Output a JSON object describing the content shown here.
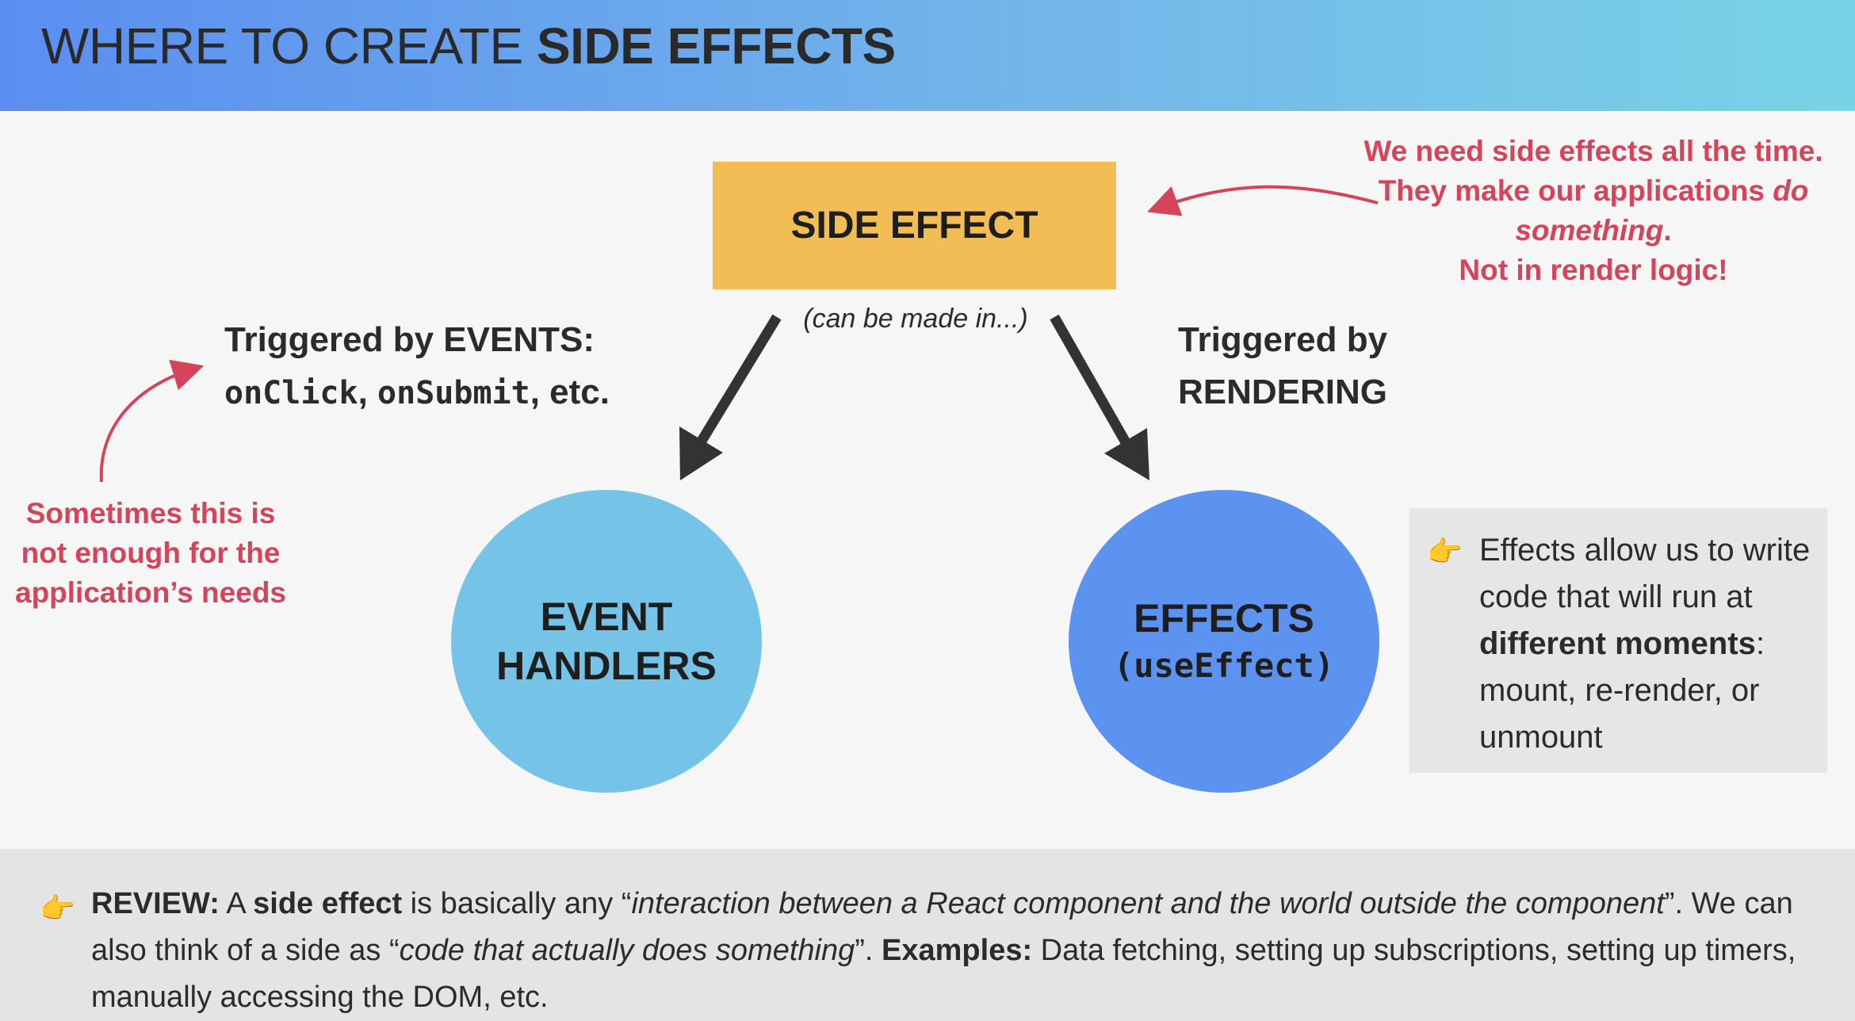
{
  "header": {
    "title_plain": "WHERE TO CREATE ",
    "title_bold": "SIDE EFFECTS"
  },
  "diagram": {
    "side_effect_label": "SIDE EFFECT",
    "made_in_label": "(can be made in...)",
    "top_note": {
      "line1": "We need side effects all the time. They make our applications ",
      "emphasis": "do something",
      "line2_end": ".",
      "bold": "Not",
      "tail": " in render logic!"
    },
    "left_note": {
      "pre": "Sometimes this is ",
      "bold": "not enough",
      "post": " for the application’s needs"
    },
    "events": {
      "line1": "Triggered by EVENTS:",
      "code1": "onClick",
      "sep": ", ",
      "code2": "onSubmit",
      "tail": ", etc."
    },
    "rendering": {
      "line1": "Triggered by",
      "line2": "RENDERING"
    },
    "event_handlers": {
      "line1": "EVENT",
      "line2": "HANDLERS"
    },
    "effects": {
      "line1": "EFFECTS",
      "line2": "(useEffect)"
    },
    "effects_note": {
      "pre": "Effects allow us to write code that will run at ",
      "bold": "different moments",
      "post": ": mount, re-render, or unmount"
    }
  },
  "review": {
    "label": "REVIEW:",
    "t1": " A ",
    "b1": "side effect",
    "t2": " is basically any “",
    "i1": "interaction between a React component and the world outside the component",
    "t3": "”. We can also think of a side as “",
    "i2": "code that actually does something",
    "t4": "”. ",
    "b2": "Examples:",
    "t5": " Data fetching, setting up subscriptions, setting up timers, manually accessing the DOM, etc."
  },
  "colors": {
    "accent_red": "#d5445a",
    "side_effect_box": "#f3bd55",
    "event_handlers_circle": "#76c3e8",
    "effects_circle": "#5c93f1"
  },
  "icons": [
    "pointing-hand-icon",
    "arrow-down-left-icon",
    "arrow-down-right-icon",
    "curved-arrow-icon"
  ]
}
